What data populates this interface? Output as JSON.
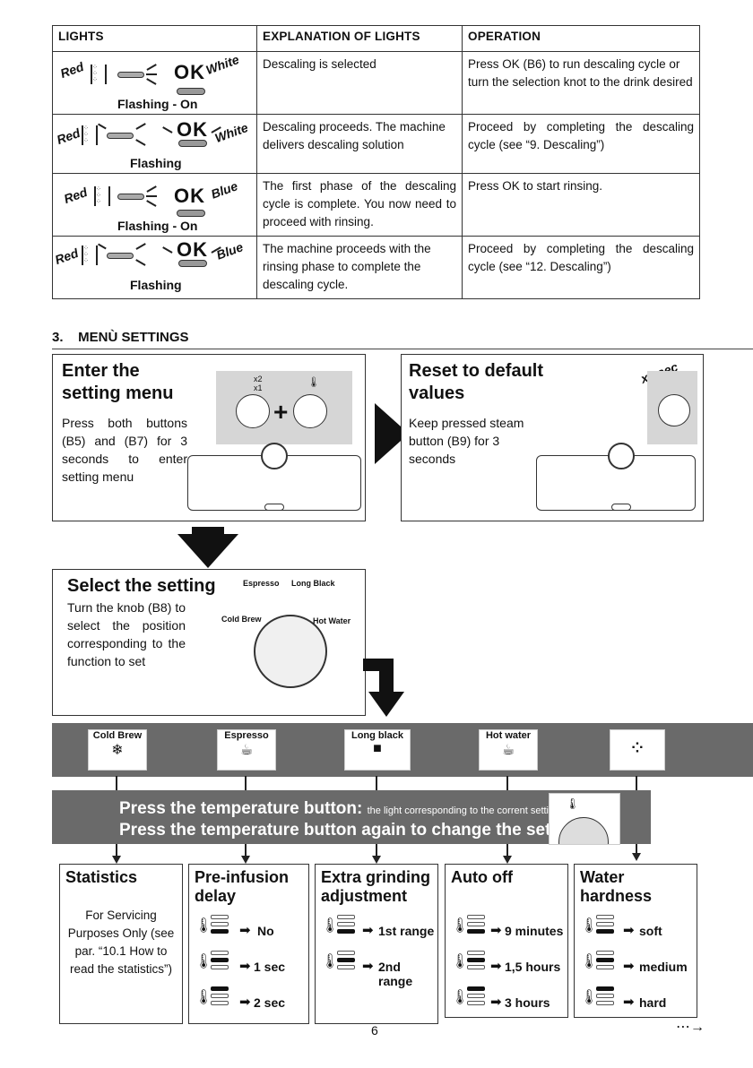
{
  "table": {
    "headers": [
      "LIGHTS",
      "EXPLANATION OF LIGHTS",
      "OPERATION"
    ],
    "rows": [
      {
        "left_color": "Red",
        "right_color": "White",
        "caption": "Flashing - On",
        "explanation": "Descaling is selected",
        "operation": "Press OK (B6) to run descaling cycle or turn the selection knot to the drink desired"
      },
      {
        "left_color": "Red",
        "right_color": "White",
        "caption": "Flashing",
        "explanation": "Descaling proceeds. The machine delivers descaling solution",
        "operation": "Proceed by completing the descaling cycle (see “9. Descaling”)"
      },
      {
        "left_color": "Red",
        "right_color": "Blue",
        "caption": "Flashing - On",
        "explanation": "The first phase of the descaling cycle is complete. You now need to proceed with rinsing.",
        "operation": "Press OK to start rinsing."
      },
      {
        "left_color": "Red",
        "right_color": "Blue",
        "caption": "Flashing",
        "explanation": "The machine proceeds with the rinsing phase to complete the descaling cycle.",
        "operation": "Proceed by completing the descaling cycle (see “12. Descaling”)"
      }
    ],
    "ok_label": "OK"
  },
  "section": {
    "title": "3.    MENÙ SETTINGS"
  },
  "enter": {
    "title": "Enter the setting menu",
    "text": "Press both buttons (B5) and (B7) for 3 seconds to enter setting menu",
    "plus": "+",
    "x2": "x2",
    "x1": "x1"
  },
  "reset": {
    "title": "Reset to default values",
    "text": "Keep pressed steam button (B9) for 3 seconds",
    "x3": "x3 sec"
  },
  "select": {
    "title": "Select the setting",
    "text": "Turn the knob (B8) to select the position corresponding to the function to set",
    "dial_labels": [
      "Espresso",
      "Long Black",
      "Cold Brew",
      "Hot Water"
    ]
  },
  "tiles": [
    "Cold Brew",
    "Espresso",
    "Long black",
    "Hot water",
    ""
  ],
  "press": {
    "line1_bold": "Press the temperature button:",
    "line1_small": "the light corresponding to the corrent setting flashes.",
    "line2": "Press the temperature button again to change the setting:"
  },
  "cards": [
    {
      "title": "Statistics",
      "body": "For Servicing Purposes Only (see par. “10.1 How to read the statistics”)"
    },
    {
      "title": "Pre-infusion delay",
      "options": [
        "No",
        "1 sec",
        "2 sec"
      ]
    },
    {
      "title": "Extra grinding adjustment",
      "options": [
        "1st range",
        "2nd range"
      ]
    },
    {
      "title": "Auto off",
      "options": [
        "9 minutes",
        "1,5 hours",
        "3 hours"
      ]
    },
    {
      "title": "Water hardness",
      "options": [
        "soft",
        "medium",
        "hard"
      ]
    }
  ],
  "page_number": "6",
  "arrow_symbol": "➡"
}
